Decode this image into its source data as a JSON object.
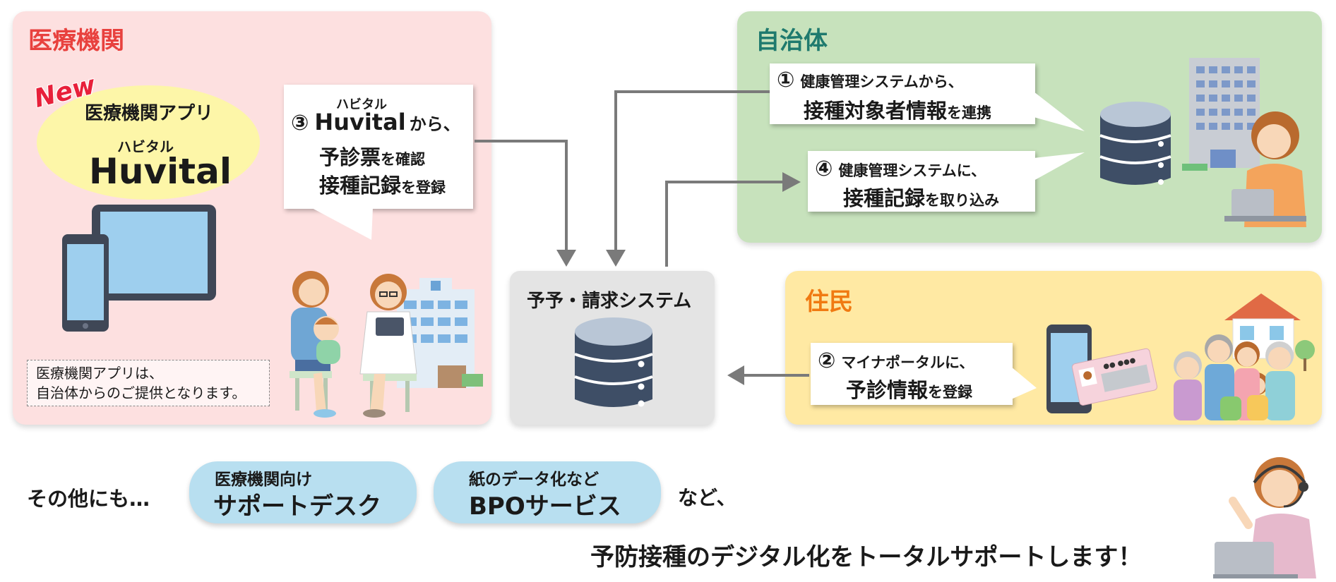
{
  "medical": {
    "title": "医療機関",
    "new_badge": "New",
    "app_label": "医療機関アプリ",
    "app_ruby": "ハビタル",
    "app_name": "Huvital",
    "note_line1": "医療機関アプリは、",
    "note_line2": "自治体からのご提供となります。",
    "callout": {
      "num": "③",
      "ruby": "ハビタル",
      "name": "Huvital",
      "suffix": "から、",
      "line2_bold": "予診票",
      "line2_rest": "を確認",
      "line3_bold": "接種記録",
      "line3_rest": "を登録"
    }
  },
  "municipality": {
    "title": "自治体",
    "callout1": {
      "num": "①",
      "line1": "健康管理システムから、",
      "line2_bold": "接種対象者情報",
      "line2_rest": "を連携"
    },
    "callout4": {
      "num": "④",
      "line1": "健康管理システムに、",
      "line2_bold": "接種記録",
      "line2_rest": "を取り込み"
    }
  },
  "center": {
    "title": "予予・請求システム"
  },
  "residents": {
    "title": "住民",
    "callout2": {
      "num": "②",
      "line1": "マイナポータルに、",
      "line2_bold": "予診情報",
      "line2_rest": "を登録"
    },
    "card_text": "●● ●●●"
  },
  "bottom": {
    "intro": "その他にも…",
    "pill1_top": "医療機関向け",
    "pill1_main": "サポートデスク",
    "pill2_top": "紙のデータ化など",
    "pill2_main": "BPOサービス",
    "etc": "など、",
    "tagline": "予防接種のデジタル化をトータルサポートします！"
  },
  "colors": {
    "medical_bg": "#fde0e0",
    "medical_title": "#e8413e",
    "municipality_bg": "#c7e2bc",
    "municipality_title": "#1f7a6e",
    "residents_bg": "#ffe9a3",
    "residents_title": "#f07a12",
    "center_bg": "#e4e4e4",
    "pill_bg": "#b8dff0",
    "arrow": "#7a7a7a",
    "db": "#3e4e66"
  }
}
